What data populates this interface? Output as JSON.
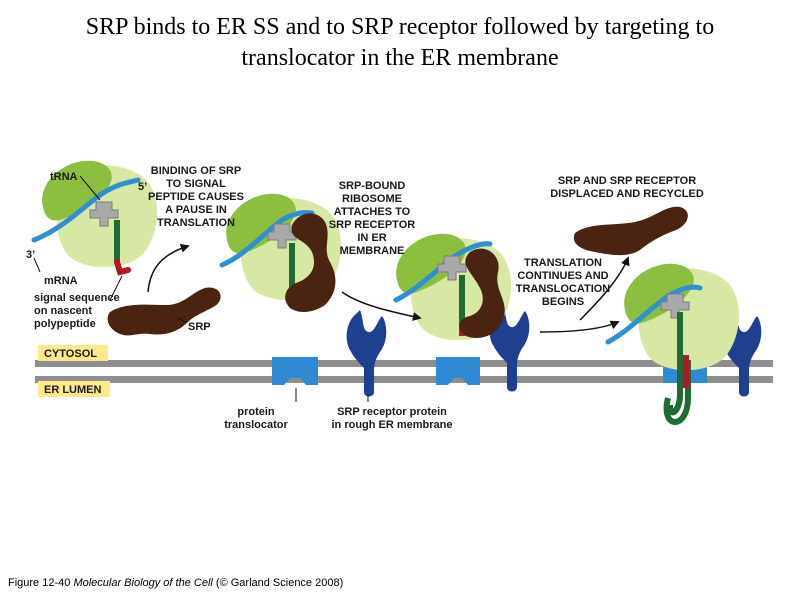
{
  "title": {
    "line1": "SRP binds to ER SS and to SRP receptor followed by targeting to",
    "line2": "translocator in the ER membrane"
  },
  "labels": {
    "trna": "tRNA",
    "five_prime": "5’",
    "three_prime": "3’",
    "mrna": "mRNA",
    "signal_sequence": [
      "signal sequence",
      "on nascent",
      "polypeptide"
    ],
    "srp": "SRP",
    "cytosol": "CYTOSOL",
    "er_lumen": "ER LUMEN",
    "protein_translocator": [
      "protein",
      "translocator"
    ],
    "srp_receptor_protein": [
      "SRP receptor protein",
      "in rough ER membrane"
    ]
  },
  "steps": [
    [
      "BINDING OF SRP",
      "TO SIGNAL",
      "PEPTIDE CAUSES",
      "A PAUSE IN",
      "TRANSLATION"
    ],
    [
      "SRP-BOUND",
      "RIBOSOME",
      "ATTACHES TO",
      "SRP RECEPTOR",
      "IN ER",
      "MEMBRANE"
    ],
    [
      "TRANSLATION",
      "CONTINUES AND",
      "TRANSLOCATION",
      "BEGINS"
    ],
    [
      "SRP AND SRP RECEPTOR",
      "DISPLACED AND RECYCLED"
    ]
  ],
  "caption": {
    "figure": "Figure 12-40",
    "book": "Molecular Biology of the Cell",
    "credit": "(© Garland Science 2008)"
  },
  "colors": {
    "ribosome_small": "#8cbf3f",
    "ribosome_large": "#d6e8a4",
    "mrna": "#2f8fd2",
    "polypeptide": "#1f6b33",
    "signal_sequence": "#b0182a",
    "srp": "#4a2410",
    "receptor": "#1f3f8f",
    "translocator": "#2f8ad6",
    "membrane": "#8e8e8e",
    "compartment_tag": "#ffe98a",
    "trna": "#a9a9a9"
  }
}
